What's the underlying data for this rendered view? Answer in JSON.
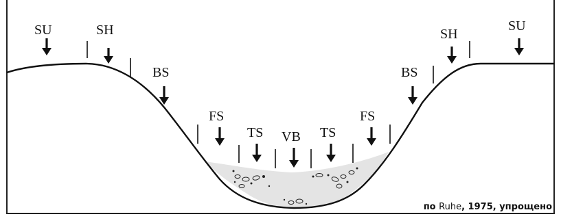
{
  "figure": {
    "colors": {
      "line": "#111111",
      "fill": "#e4e4e4",
      "border": "#222222",
      "background": "#ffffff"
    },
    "segments_left": [
      {
        "label": "SU"
      },
      {
        "label": "SH"
      },
      {
        "label": "BS"
      },
      {
        "label": "FS"
      },
      {
        "label": "TS"
      }
    ],
    "center": {
      "label": "VB"
    },
    "segments_right": [
      {
        "label": "TS"
      },
      {
        "label": "FS"
      },
      {
        "label": "BS"
      },
      {
        "label": "SH"
      },
      {
        "label": "SU"
      }
    ],
    "credit": {
      "prefix": "по ",
      "author": "Ruhe",
      "suffix": ", 1975, упрощено"
    }
  }
}
